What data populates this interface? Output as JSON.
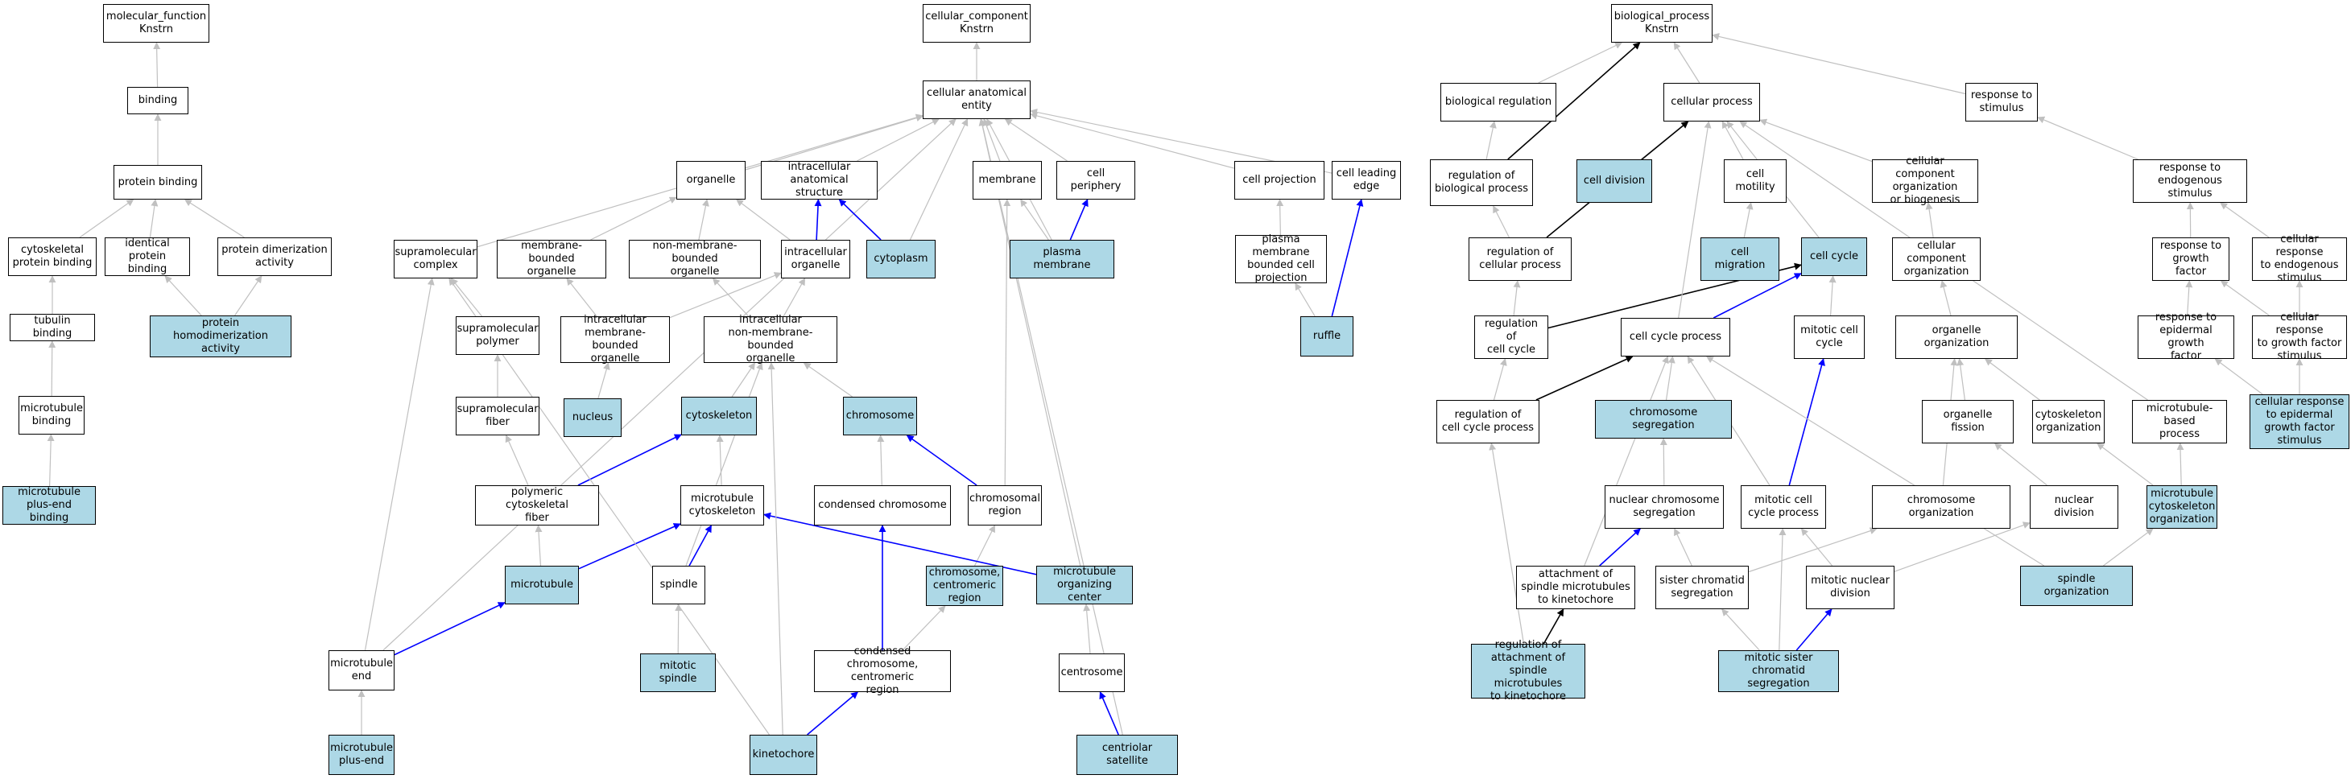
{
  "colors": {
    "highlight_fill": "#add8e6",
    "node_fill": "#ffffff",
    "edge_gray": "#c0c0c0",
    "edge_blue": "#0000ff",
    "edge_black": "#000000"
  },
  "nodes": [
    {
      "id": "mf",
      "label": "molecular_function\nKnstrn",
      "hl": false
    },
    {
      "id": "binding",
      "label": "binding",
      "hl": false
    },
    {
      "id": "protein_binding",
      "label": "protein binding",
      "hl": false
    },
    {
      "id": "cytoskeletal_pb",
      "label": "cytoskeletal\nprotein binding",
      "hl": false
    },
    {
      "id": "identical_pb",
      "label": "identical protein\nbinding",
      "hl": false
    },
    {
      "id": "protein_dimer",
      "label": "protein dimerization\nactivity",
      "hl": false
    },
    {
      "id": "tubulin_binding",
      "label": "tubulin binding",
      "hl": false
    },
    {
      "id": "protein_homodimer",
      "label": "protein homodimerization\nactivity",
      "hl": true
    },
    {
      "id": "mt_binding",
      "label": "microtubule\nbinding",
      "hl": false
    },
    {
      "id": "mt_plus_end_binding",
      "label": "microtubule\nplus-end binding",
      "hl": true
    },
    {
      "id": "cc",
      "label": "cellular_component\nKnstrn",
      "hl": false
    },
    {
      "id": "cae",
      "label": "cellular anatomical\nentity",
      "hl": false
    },
    {
      "id": "organelle",
      "label": "organelle",
      "hl": false
    },
    {
      "id": "ias",
      "label": "intracellular\nanatomical structure",
      "hl": false
    },
    {
      "id": "membrane",
      "label": "membrane",
      "hl": false
    },
    {
      "id": "cell_periphery",
      "label": "cell periphery",
      "hl": false
    },
    {
      "id": "cell_projection",
      "label": "cell projection",
      "hl": false
    },
    {
      "id": "cell_leading_edge",
      "label": "cell leading\nedge",
      "hl": false
    },
    {
      "id": "supramolecular_complex",
      "label": "supramolecular\ncomplex",
      "hl": false
    },
    {
      "id": "membrane_bounded_org",
      "label": "membrane-bounded\norganelle",
      "hl": false
    },
    {
      "id": "non_membrane_bounded_org",
      "label": "non-membrane-bounded\norganelle",
      "hl": false
    },
    {
      "id": "intracellular_org",
      "label": "intracellular\norganelle",
      "hl": false
    },
    {
      "id": "cytoplasm",
      "label": "cytoplasm",
      "hl": true
    },
    {
      "id": "plasma_membrane",
      "label": "plasma membrane",
      "hl": true
    },
    {
      "id": "pm_bounded_proj",
      "label": "plasma membrane\nbounded cell\nprojection",
      "hl": false
    },
    {
      "id": "ruffle",
      "label": "ruffle",
      "hl": true
    },
    {
      "id": "supramolecular_polymer",
      "label": "supramolecular\npolymer",
      "hl": false
    },
    {
      "id": "intra_mb_org",
      "label": "intracellular\nmembrane-bounded\norganelle",
      "hl": false
    },
    {
      "id": "intra_nmb_org",
      "label": "intracellular\nnon-membrane-bounded\norganelle",
      "hl": false
    },
    {
      "id": "supramolecular_fiber",
      "label": "supramolecular\nfiber",
      "hl": false
    },
    {
      "id": "nucleus",
      "label": "nucleus",
      "hl": true
    },
    {
      "id": "cytoskeleton",
      "label": "cytoskeleton",
      "hl": true
    },
    {
      "id": "chromosome",
      "label": "chromosome",
      "hl": true
    },
    {
      "id": "polymeric_cyto_fiber",
      "label": "polymeric cytoskeletal\nfiber",
      "hl": false
    },
    {
      "id": "mt_cytoskeleton",
      "label": "microtubule\ncytoskeleton",
      "hl": false
    },
    {
      "id": "condensed_chromosome",
      "label": "condensed chromosome",
      "hl": false
    },
    {
      "id": "chromosomal_region",
      "label": "chromosomal\nregion",
      "hl": false
    },
    {
      "id": "microtubule",
      "label": "microtubule",
      "hl": true
    },
    {
      "id": "spindle",
      "label": "spindle",
      "hl": false
    },
    {
      "id": "chrom_centromeric",
      "label": "chromosome,\ncentromeric\nregion",
      "hl": true
    },
    {
      "id": "mtoc",
      "label": "microtubule\norganizing center",
      "hl": true
    },
    {
      "id": "mt_end",
      "label": "microtubule\nend",
      "hl": false
    },
    {
      "id": "mitotic_spindle",
      "label": "mitotic spindle",
      "hl": true
    },
    {
      "id": "cond_chrom_centromeric",
      "label": "condensed chromosome,\ncentromeric\nregion",
      "hl": false
    },
    {
      "id": "centrosome",
      "label": "centrosome",
      "hl": false
    },
    {
      "id": "mt_plus_end",
      "label": "microtubule\nplus-end",
      "hl": true
    },
    {
      "id": "kinetochore",
      "label": "kinetochore",
      "hl": true
    },
    {
      "id": "centriolar_satellite",
      "label": "centriolar satellite",
      "hl": true
    },
    {
      "id": "bp",
      "label": "biological_process\nKnstrn",
      "hl": false
    },
    {
      "id": "bio_reg",
      "label": "biological regulation",
      "hl": false
    },
    {
      "id": "cellular_process",
      "label": "cellular process",
      "hl": false
    },
    {
      "id": "response_stimulus",
      "label": "response to\nstimulus",
      "hl": false
    },
    {
      "id": "reg_bio_process",
      "label": "regulation of\nbiological process",
      "hl": false
    },
    {
      "id": "cell_division",
      "label": "cell division",
      "hl": true
    },
    {
      "id": "cell_motility",
      "label": "cell motility",
      "hl": false
    },
    {
      "id": "cc_org_biogenesis",
      "label": "cellular component\norganization\nor biogenesis",
      "hl": false
    },
    {
      "id": "resp_endogenous",
      "label": "response to\nendogenous stimulus",
      "hl": false
    },
    {
      "id": "reg_cellular_process",
      "label": "regulation of\ncellular process",
      "hl": false
    },
    {
      "id": "cell_migration",
      "label": "cell migration",
      "hl": true
    },
    {
      "id": "cell_cycle",
      "label": "cell cycle",
      "hl": true
    },
    {
      "id": "cc_organization",
      "label": "cellular component\norganization",
      "hl": false
    },
    {
      "id": "resp_growth_factor",
      "label": "response to\ngrowth factor",
      "hl": false
    },
    {
      "id": "cellular_resp_endogenous",
      "label": "cellular response\nto endogenous\nstimulus",
      "hl": false
    },
    {
      "id": "reg_cell_cycle",
      "label": "regulation of\ncell cycle",
      "hl": false
    },
    {
      "id": "cell_cycle_process",
      "label": "cell cycle process",
      "hl": false
    },
    {
      "id": "mitotic_cell_cycle",
      "label": "mitotic cell\ncycle",
      "hl": false
    },
    {
      "id": "organelle_org",
      "label": "organelle organization",
      "hl": false
    },
    {
      "id": "resp_egf",
      "label": "response to\nepidermal growth\nfactor",
      "hl": false
    },
    {
      "id": "cellular_resp_gf",
      "label": "cellular response\nto growth factor\nstimulus",
      "hl": false
    },
    {
      "id": "reg_cell_cycle_process",
      "label": "regulation of\ncell cycle process",
      "hl": false
    },
    {
      "id": "chrom_segregation",
      "label": "chromosome segregation",
      "hl": true
    },
    {
      "id": "organelle_fission",
      "label": "organelle fission",
      "hl": false
    },
    {
      "id": "cytoskeleton_org",
      "label": "cytoskeleton\norganization",
      "hl": false
    },
    {
      "id": "mt_based_process",
      "label": "microtubule-based\nprocess",
      "hl": false
    },
    {
      "id": "cellular_resp_egf",
      "label": "cellular response\nto epidermal\ngrowth factor\nstimulus",
      "hl": true
    },
    {
      "id": "nuclear_chrom_seg",
      "label": "nuclear chromosome\nsegregation",
      "hl": false
    },
    {
      "id": "mitotic_cc_process",
      "label": "mitotic cell\ncycle process",
      "hl": false
    },
    {
      "id": "chromosome_org",
      "label": "chromosome organization",
      "hl": false
    },
    {
      "id": "nuclear_division",
      "label": "nuclear division",
      "hl": false
    },
    {
      "id": "mt_cyto_org",
      "label": "microtubule\ncytoskeleton\norganization",
      "hl": true
    },
    {
      "id": "attach_spindle_kin",
      "label": "attachment of\nspindle microtubules\nto kinetochore",
      "hl": false
    },
    {
      "id": "sister_chromatid_seg",
      "label": "sister chromatid\nsegregation",
      "hl": false
    },
    {
      "id": "mitotic_nuclear_div",
      "label": "mitotic nuclear\ndivision",
      "hl": false
    },
    {
      "id": "spindle_org",
      "label": "spindle organization",
      "hl": true
    },
    {
      "id": "reg_attach_spindle",
      "label": "regulation of\nattachment of\nspindle microtubules\nto kinetochore",
      "hl": true
    },
    {
      "id": "mitotic_sister_seg",
      "label": "mitotic sister\nchromatid segregation",
      "hl": true
    }
  ],
  "edges": [
    [
      "binding",
      "mf",
      "g"
    ],
    [
      "protein_binding",
      "binding",
      "g"
    ],
    [
      "cytoskeletal_pb",
      "protein_binding",
      "g"
    ],
    [
      "identical_pb",
      "protein_binding",
      "g"
    ],
    [
      "protein_dimer",
      "protein_binding",
      "g"
    ],
    [
      "tubulin_binding",
      "cytoskeletal_pb",
      "g"
    ],
    [
      "protein_homodimer",
      "identical_pb",
      "g"
    ],
    [
      "protein_homodimer",
      "protein_dimer",
      "g"
    ],
    [
      "mt_binding",
      "tubulin_binding",
      "g"
    ],
    [
      "mt_plus_end_binding",
      "mt_binding",
      "g"
    ],
    [
      "cae",
      "cc",
      "g"
    ],
    [
      "organelle",
      "cae",
      "g"
    ],
    [
      "ias",
      "cae",
      "g"
    ],
    [
      "membrane",
      "cae",
      "g"
    ],
    [
      "cell_periphery",
      "cae",
      "g"
    ],
    [
      "cell_projection",
      "cae",
      "g"
    ],
    [
      "cell_leading_edge",
      "cae",
      "g"
    ],
    [
      "supramolecular_complex",
      "cae",
      "g"
    ],
    [
      "cytoplasm",
      "cae",
      "g"
    ],
    [
      "plasma_membrane",
      "cae",
      "g"
    ],
    [
      "mt_end",
      "cae",
      "g"
    ],
    [
      "mtoc",
      "cae",
      "g"
    ],
    [
      "centriolar_satellite",
      "cae",
      "g"
    ],
    [
      "membrane_bounded_org",
      "organelle",
      "g"
    ],
    [
      "non_membrane_bounded_org",
      "organelle",
      "g"
    ],
    [
      "intracellular_org",
      "organelle",
      "g"
    ],
    [
      "intracellular_org",
      "ias",
      "b"
    ],
    [
      "cytoplasm",
      "ias",
      "b"
    ],
    [
      "plasma_membrane",
      "membrane",
      "g"
    ],
    [
      "plasma_membrane",
      "cell_periphery",
      "b"
    ],
    [
      "pm_bounded_proj",
      "cell_projection",
      "g"
    ],
    [
      "ruffle",
      "pm_bounded_proj",
      "g"
    ],
    [
      "ruffle",
      "cell_leading_edge",
      "b"
    ],
    [
      "supramolecular_polymer",
      "supramolecular_complex",
      "g"
    ],
    [
      "intra_mb_org",
      "membrane_bounded_org",
      "g"
    ],
    [
      "intra_mb_org",
      "intracellular_org",
      "g"
    ],
    [
      "intra_nmb_org",
      "non_membrane_bounded_org",
      "g"
    ],
    [
      "intra_nmb_org",
      "intracellular_org",
      "g"
    ],
    [
      "supramolecular_fiber",
      "supramolecular_polymer",
      "g"
    ],
    [
      "nucleus",
      "intra_mb_org",
      "g"
    ],
    [
      "cytoskeleton",
      "intra_nmb_org",
      "g"
    ],
    [
      "chromosome",
      "intra_nmb_org",
      "g"
    ],
    [
      "polymeric_cyto_fiber",
      "supramolecular_fiber",
      "g"
    ],
    [
      "polymeric_cyto_fiber",
      "cytoskeleton",
      "b"
    ],
    [
      "mt_cytoskeleton",
      "cytoskeleton",
      "g"
    ],
    [
      "condensed_chromosome",
      "chromosome",
      "g"
    ],
    [
      "chromosomal_region",
      "chromosome",
      "b"
    ],
    [
      "chromosomal_region",
      "membrane",
      "g"
    ],
    [
      "microtubule",
      "polymeric_cyto_fiber",
      "g"
    ],
    [
      "microtubule",
      "mt_cytoskeleton",
      "b"
    ],
    [
      "spindle",
      "mt_cytoskeleton",
      "b"
    ],
    [
      "spindle",
      "intra_nmb_org",
      "g"
    ],
    [
      "chrom_centromeric",
      "chromosomal_region",
      "g"
    ],
    [
      "mtoc",
      "mt_cytoskeleton",
      "b"
    ],
    [
      "mt_end",
      "microtubule",
      "b"
    ],
    [
      "mt_end",
      "supramolecular_complex",
      "g"
    ],
    [
      "mitotic_spindle",
      "spindle",
      "g"
    ],
    [
      "cond_chrom_centromeric",
      "condensed_chromosome",
      "b"
    ],
    [
      "cond_chrom_centromeric",
      "chrom_centromeric",
      "g"
    ],
    [
      "centrosome",
      "mtoc",
      "g"
    ],
    [
      "mt_plus_end",
      "mt_end",
      "g"
    ],
    [
      "kinetochore",
      "cond_chrom_centromeric",
      "b"
    ],
    [
      "kinetochore",
      "intra_nmb_org",
      "g"
    ],
    [
      "kinetochore",
      "supramolecular_complex",
      "g"
    ],
    [
      "centriolar_satellite",
      "centrosome",
      "b"
    ],
    [
      "bio_reg",
      "bp",
      "g"
    ],
    [
      "cellular_process",
      "bp",
      "g"
    ],
    [
      "response_stimulus",
      "bp",
      "g"
    ],
    [
      "reg_bio_process",
      "bio_reg",
      "g"
    ],
    [
      "reg_bio_process",
      "bp",
      "k"
    ],
    [
      "cell_division",
      "cellular_process",
      "g"
    ],
    [
      "cell_motility",
      "cellular_process",
      "g"
    ],
    [
      "cc_org_biogenesis",
      "cellular_process",
      "g"
    ],
    [
      "resp_endogenous",
      "response_stimulus",
      "g"
    ],
    [
      "reg_cellular_process",
      "reg_bio_process",
      "g"
    ],
    [
      "reg_cellular_process",
      "cellular_process",
      "k"
    ],
    [
      "cell_migration",
      "cell_motility",
      "g"
    ],
    [
      "cell_cycle",
      "cellular_process",
      "g"
    ],
    [
      "cc_organization",
      "cc_org_biogenesis",
      "g"
    ],
    [
      "resp_growth_factor",
      "resp_endogenous",
      "g"
    ],
    [
      "cellular_resp_endogenous",
      "resp_endogenous",
      "g"
    ],
    [
      "reg_cell_cycle",
      "reg_cellular_process",
      "g"
    ],
    [
      "reg_cell_cycle",
      "cell_cycle",
      "k"
    ],
    [
      "cell_cycle_process",
      "cell_cycle",
      "b"
    ],
    [
      "cell_cycle_process",
      "cellular_process",
      "g"
    ],
    [
      "mitotic_cell_cycle",
      "cell_cycle",
      "g"
    ],
    [
      "organelle_org",
      "cc_organization",
      "g"
    ],
    [
      "resp_egf",
      "resp_growth_factor",
      "g"
    ],
    [
      "cellular_resp_gf",
      "resp_growth_factor",
      "g"
    ],
    [
      "cellular_resp_gf",
      "cellular_resp_endogenous",
      "g"
    ],
    [
      "reg_cell_cycle_process",
      "reg_cell_cycle",
      "g"
    ],
    [
      "reg_cell_cycle_process",
      "cell_cycle_process",
      "k"
    ],
    [
      "chrom_segregation",
      "cell_cycle_process",
      "g"
    ],
    [
      "organelle_fission",
      "organelle_org",
      "g"
    ],
    [
      "cytoskeleton_org",
      "organelle_org",
      "g"
    ],
    [
      "mt_based_process",
      "cellular_process",
      "g"
    ],
    [
      "cellular_resp_egf",
      "resp_egf",
      "g"
    ],
    [
      "cellular_resp_egf",
      "cellular_resp_gf",
      "g"
    ],
    [
      "nuclear_chrom_seg",
      "chrom_segregation",
      "g"
    ],
    [
      "mitotic_cc_process",
      "cell_cycle_process",
      "g"
    ],
    [
      "mitotic_cc_process",
      "mitotic_cell_cycle",
      "b"
    ],
    [
      "chromosome_org",
      "organelle_org",
      "g"
    ],
    [
      "nuclear_division",
      "organelle_fission",
      "g"
    ],
    [
      "mt_cyto_org",
      "cytoskeleton_org",
      "g"
    ],
    [
      "mt_cyto_org",
      "mt_based_process",
      "g"
    ],
    [
      "attach_spindle_kin",
      "nuclear_chrom_seg",
      "b"
    ],
    [
      "attach_spindle_kin",
      "cell_cycle_process",
      "g"
    ],
    [
      "sister_chromatid_seg",
      "nuclear_chrom_seg",
      "g"
    ],
    [
      "sister_chromatid_seg",
      "chromosome_org",
      "g"
    ],
    [
      "mitotic_nuclear_div",
      "mitotic_cc_process",
      "g"
    ],
    [
      "mitotic_nuclear_div",
      "nuclear_division",
      "g"
    ],
    [
      "spindle_org",
      "mt_cyto_org",
      "g"
    ],
    [
      "spindle_org",
      "cell_cycle_process",
      "g"
    ],
    [
      "reg_attach_spindle",
      "attach_spindle_kin",
      "k"
    ],
    [
      "reg_attach_spindle",
      "reg_cell_cycle_process",
      "g"
    ],
    [
      "mitotic_sister_seg",
      "mitotic_nuclear_div",
      "b"
    ],
    [
      "mitotic_sister_seg",
      "sister_chromatid_seg",
      "g"
    ],
    [
      "mitotic_sister_seg",
      "mitotic_cc_process",
      "g"
    ]
  ]
}
